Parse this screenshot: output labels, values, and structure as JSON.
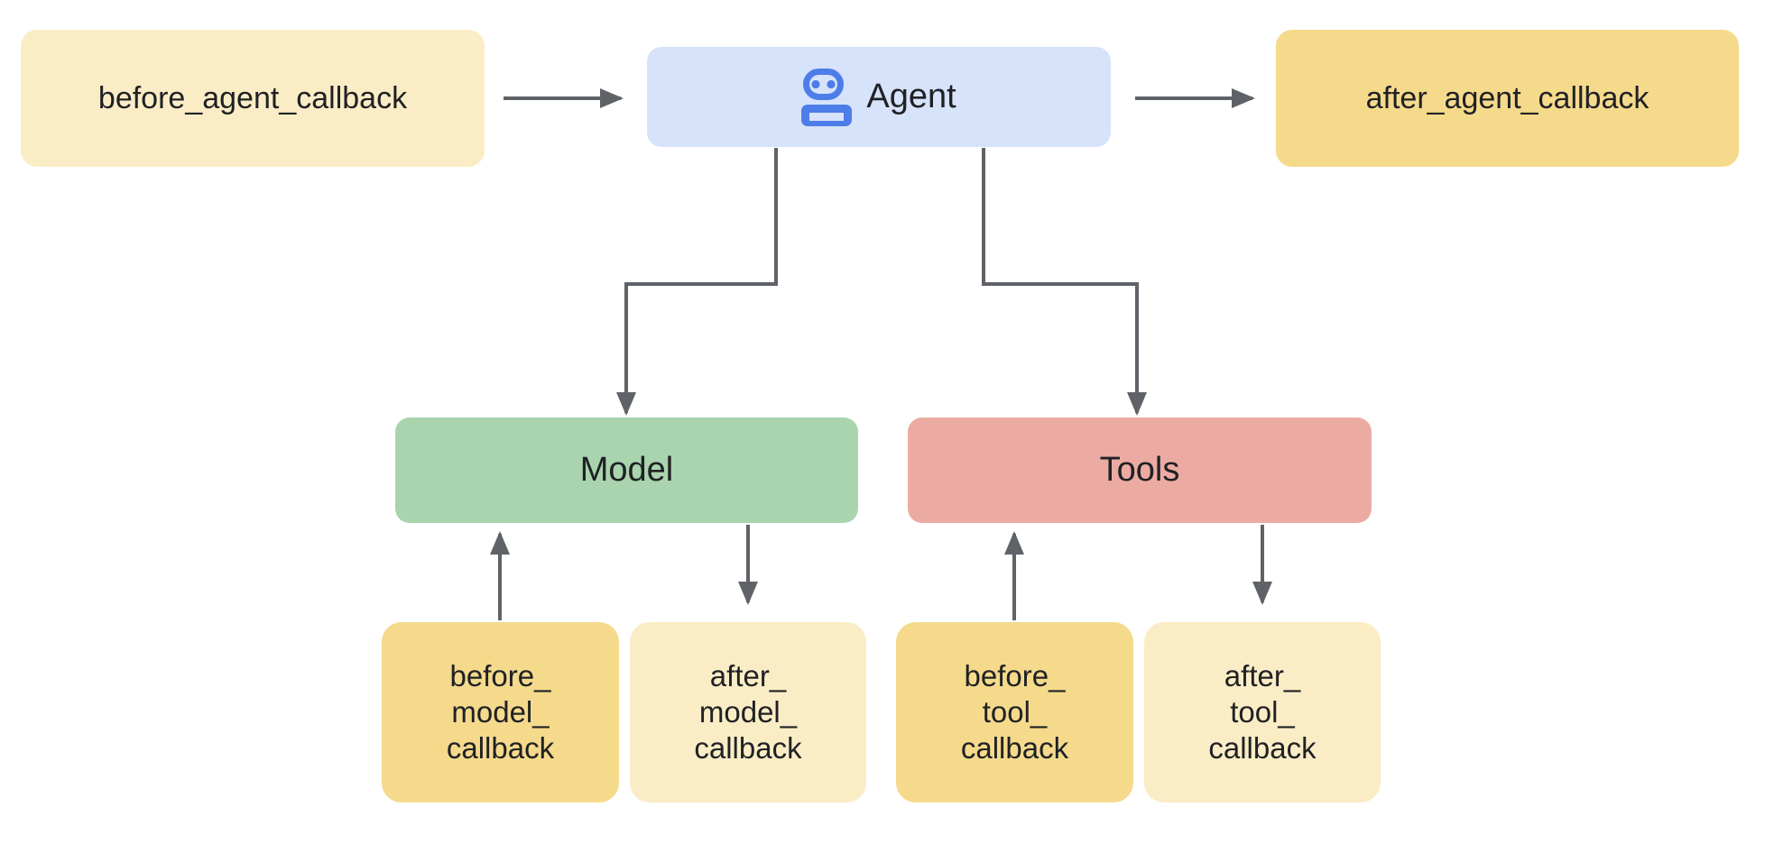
{
  "colors": {
    "canvas-bg": "#ffffff",
    "cream": "#FAEDC6",
    "sandy": "#F5DA8C",
    "agent-bg": "#D7E3FB",
    "icon-blue": "#4D7DE8",
    "green": "#A9D4AE",
    "salmon": "#ECABA2",
    "line": "#5F6368",
    "text": "#202124"
  },
  "nodes": {
    "before_agent": {
      "label": "before_agent_callback"
    },
    "agent": {
      "label": "Agent",
      "icon": "robot-icon"
    },
    "after_agent": {
      "label": "after_agent_callback"
    },
    "model": {
      "label": "Model"
    },
    "tools": {
      "label": "Tools"
    },
    "before_model": {
      "label": "before_\nmodel_\ncallback"
    },
    "after_model": {
      "label": "after_\nmodel_\ncallback"
    },
    "before_tool": {
      "label": "before_\ntool_\ncallback"
    },
    "after_tool": {
      "label": "after_\ntool_\ncallback"
    }
  },
  "edges": [
    {
      "from": "before_agent_callback",
      "to": "Agent",
      "direction": "right"
    },
    {
      "from": "Agent",
      "to": "after_agent_callback",
      "direction": "right"
    },
    {
      "from": "Agent",
      "to": "Model",
      "direction": "down"
    },
    {
      "from": "Agent",
      "to": "Tools",
      "direction": "down"
    },
    {
      "from": "before_model_callback",
      "to": "Model",
      "direction": "up"
    },
    {
      "from": "Model",
      "to": "after_model_callback",
      "direction": "down"
    },
    {
      "from": "before_tool_callback",
      "to": "Tools",
      "direction": "up"
    },
    {
      "from": "Tools",
      "to": "after_tool_callback",
      "direction": "down"
    }
  ]
}
